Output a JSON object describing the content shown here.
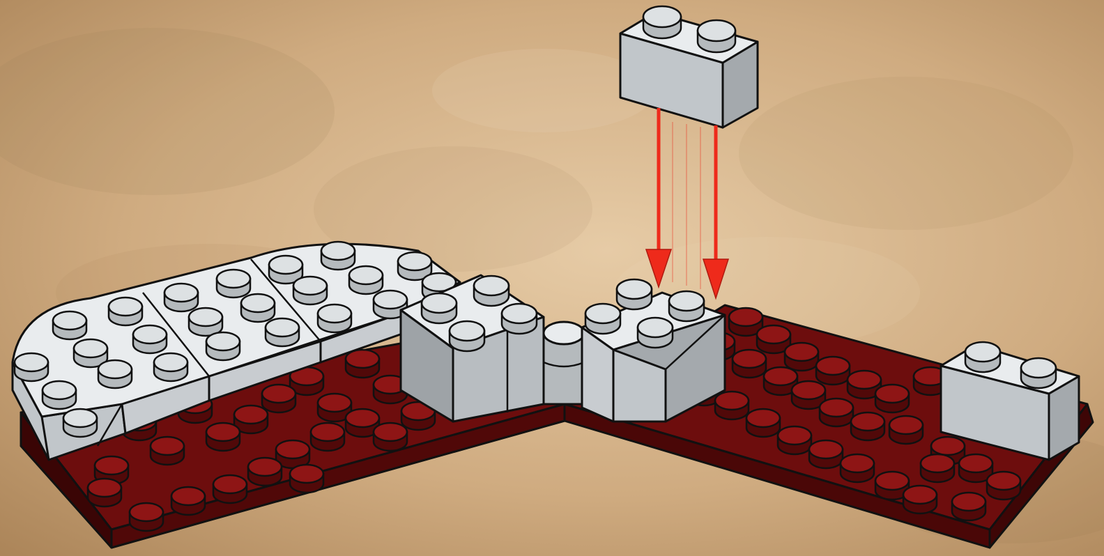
{
  "colors": {
    "background": "#c8a47a",
    "background_dark": "#9c7a52",
    "background_light": "#e2c7a4",
    "brick_top": "#e9ecee",
    "brick_front": "#c1c6ca",
    "brick_side": "#a4a9ad",
    "stud_top": "#dde1e3",
    "stud_side": "#b5babd",
    "plate_top": "#6d0d0d",
    "plate_side": "#3e0606",
    "plate_stud": "#8e1515",
    "plate_stud_side": "#510909",
    "outline": "#111111",
    "arrow": "#ee2a1b"
  },
  "parts": [
    {
      "name": "dark-red-plate-left",
      "kind": "plate",
      "color": "dark red"
    },
    {
      "name": "dark-red-plate-right",
      "kind": "plate",
      "color": "dark red"
    },
    {
      "name": "light-gray-curved-bricks",
      "kind": "brick",
      "color": "light gray"
    },
    {
      "name": "gray-brick-1x2-placed",
      "kind": "brick",
      "color": "gray"
    },
    {
      "name": "gray-hinge-connector",
      "kind": "hinge",
      "color": "gray"
    },
    {
      "name": "gray-brick-1x2-right-end",
      "kind": "brick",
      "color": "gray"
    },
    {
      "name": "gray-brick-1x2-new",
      "kind": "brick",
      "color": "gray"
    }
  ],
  "instruction": {
    "step_action": "attach",
    "arrow_count": 2,
    "arrow_icon": "down-arrow-icon"
  }
}
